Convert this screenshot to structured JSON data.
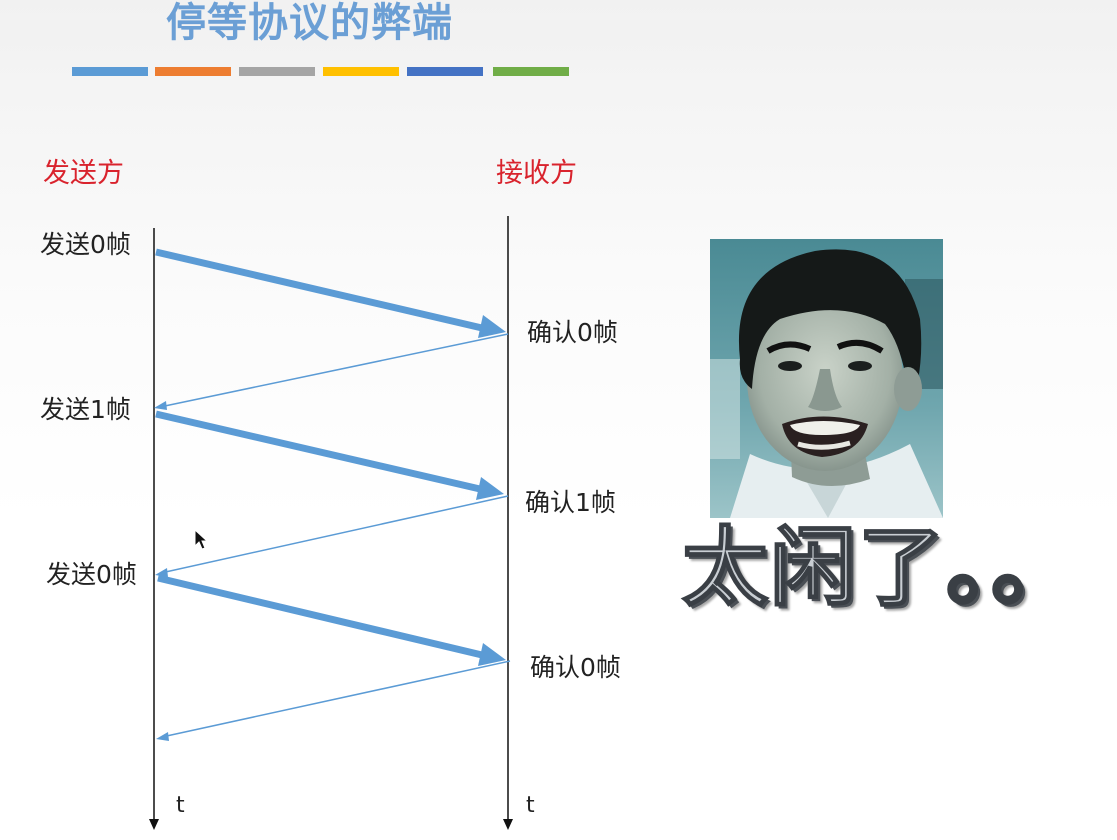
{
  "title": "停等协议的弊端",
  "title_bar_colors": [
    "#5b9bd5",
    "#ed7d31",
    "#a5a5a5",
    "#ffc000",
    "#4472c4",
    "#70ad47"
  ],
  "sender_label": "发送方",
  "receiver_label": "接收方",
  "time_label": "t",
  "sender_steps": [
    {
      "text": "发送0帧"
    },
    {
      "text": "发送1帧"
    },
    {
      "text": "发送0帧"
    }
  ],
  "receiver_steps": [
    {
      "text": "确认0帧"
    },
    {
      "text": "确认1帧"
    },
    {
      "text": "确认0帧"
    }
  ],
  "caption": "太闲了。。",
  "colors": {
    "title": "#6b9fd5",
    "role_label": "#d9232d",
    "data_arrow": "#5b9bd5",
    "ack_arrow": "#5b9bd5",
    "timeline": "#111111"
  }
}
